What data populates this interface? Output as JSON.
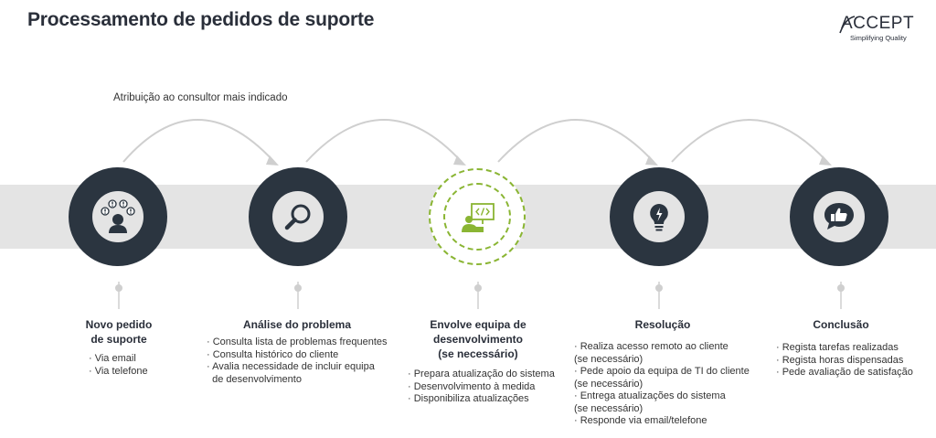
{
  "header": {
    "title": "Processamento de pedidos de suporte"
  },
  "logo": {
    "word": "ACCEPT",
    "tagline": "Simplifying Quality"
  },
  "assignment_label": "Atribuição ao consultor mais indicado",
  "colors": {
    "dark": "#2b3540",
    "band": "#e4e4e4",
    "accent": "#8ab533",
    "text": "#333333"
  },
  "steps": [
    {
      "title": "Novo pedido\nde suporte",
      "icon": "person-questions-icon",
      "items": [
        "· Via email",
        "· Via telefone"
      ]
    },
    {
      "title": "Análise do problema",
      "icon": "magnifier-icon",
      "items": [
        "· Consulta lista de problemas frequentes",
        "· Consulta histórico do cliente",
        "· Avalia necessidade de incluir equipa",
        "  de desenvolvimento"
      ]
    },
    {
      "title": "Envolve equipa de\ndesenvolvimento\n(se necessário)",
      "icon": "developer-screen-icon",
      "items": [
        "· Prepara atualização do sistema",
        "· Desenvolvimento à medida",
        "· Disponibiliza atualizações"
      ]
    },
    {
      "title": "Resolução",
      "icon": "lightbulb-icon",
      "items": [
        "· Realiza acesso remoto ao cliente",
        "(se necessário)",
        "· Pede apoio da equipa de TI do cliente",
        "(se necessário)",
        "· Entrega atualizações do sistema",
        "(se necessário)",
        "· Responde via email/telefone"
      ]
    },
    {
      "title": "Conclusão",
      "icon": "thumbs-up-chat-icon",
      "items": [
        "· Regista tarefas realizadas",
        "· Regista horas dispensadas",
        "· Pede avaliação de satisfação"
      ]
    }
  ]
}
